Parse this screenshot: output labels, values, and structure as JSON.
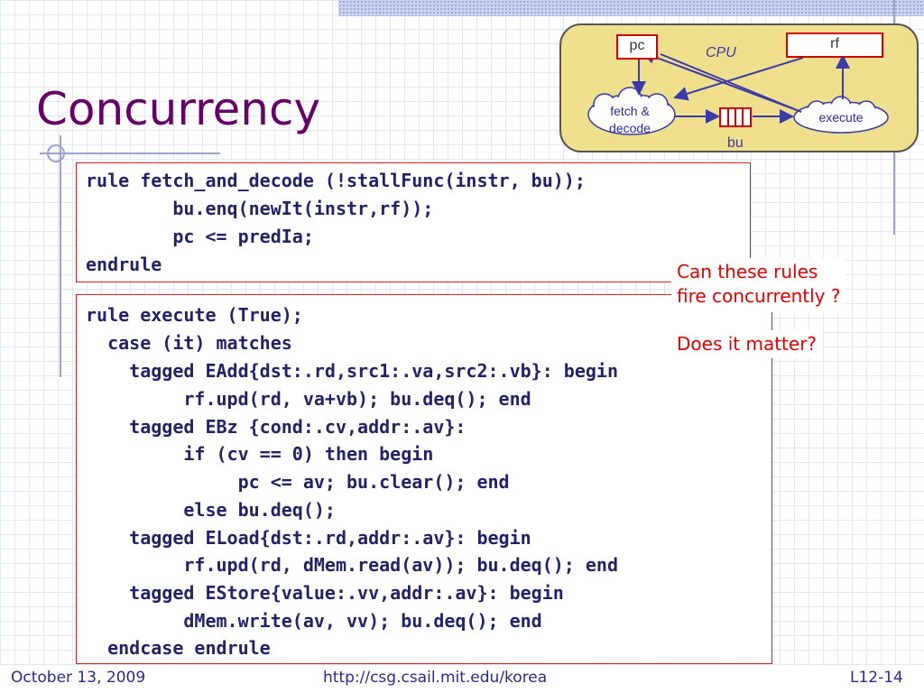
{
  "slide": {
    "title": "Concurrency"
  },
  "diagram": {
    "cpu_label": "CPU",
    "pc_label": "pc",
    "rf_label": "rf",
    "fetch_label_line1": "fetch &",
    "fetch_label_line2": "decode",
    "execute_label": "execute",
    "bu_label": "bu"
  },
  "code_fetch": {
    "lines": [
      "rule fetch_and_decode (!stallFunc(instr, bu));",
      "        bu.enq(newIt(instr,rf));",
      "        pc <= predIa;",
      "endrule"
    ]
  },
  "code_execute": {
    "lines": [
      "rule execute (True);",
      "  case (it) matches",
      "    tagged EAdd{dst:.rd,src1:.va,src2:.vb}: begin",
      "         rf.upd(rd, va+vb); bu.deq(); end",
      "    tagged EBz {cond:.cv,addr:.av}:",
      "         if (cv == 0) then begin",
      "              pc <= av; bu.clear(); end",
      "         else bu.deq();",
      "    tagged ELoad{dst:.rd,addr:.av}: begin",
      "         rf.upd(rd, dMem.read(av)); bu.deq(); end",
      "    tagged EStore{value:.vv,addr:.av}: begin",
      "         dMem.write(av, vv); bu.deq(); end",
      "  endcase endrule"
    ]
  },
  "notes": {
    "question1": "Can these rules\nfire concurrently ?",
    "question2": "Does it matter?"
  },
  "footer": {
    "date": "October 13, 2009",
    "url": "http://csg.csail.mit.edu/korea",
    "slide_number": "L12-14"
  }
}
